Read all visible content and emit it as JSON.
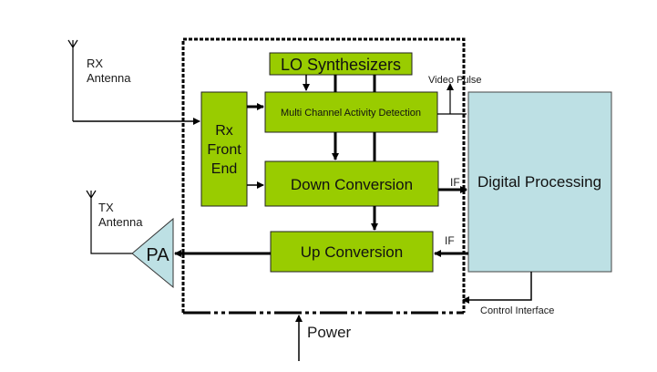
{
  "diagram": {
    "colors": {
      "block_green": "#99cc00",
      "block_blue": "#bde0e4",
      "stroke": "#000000"
    },
    "blocks": {
      "lo_synth": "LO Synthesizers",
      "rx_front_end": [
        "Rx",
        "Front",
        "End"
      ],
      "mcad": "Multi Channel Activity Detection",
      "down_conversion": "Down Conversion",
      "up_conversion": "Up Conversion",
      "digital_processing": "Digital Processing",
      "pa": "PA"
    },
    "labels": {
      "rx_antenna": [
        "RX",
        "Antenna"
      ],
      "tx_antenna": [
        "TX",
        "Antenna"
      ],
      "video_pulse": "Video Pulse",
      "if_down": "IF",
      "if_up": "IF",
      "control_interface": "Control Interface",
      "power": "Power"
    }
  }
}
